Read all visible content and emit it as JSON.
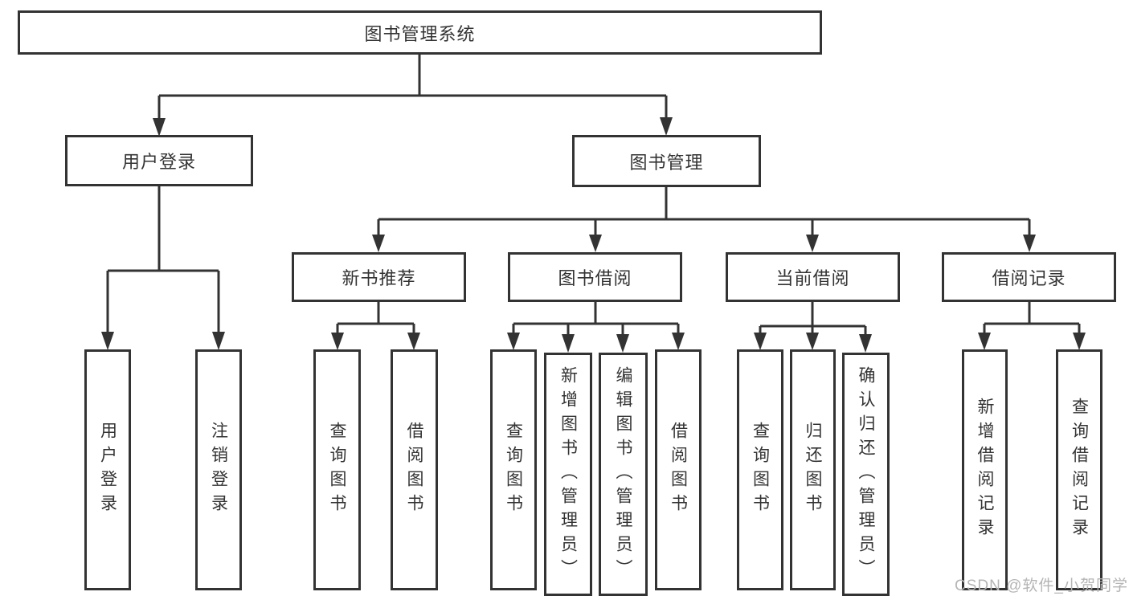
{
  "diagram": {
    "title": "图书管理系统",
    "tree": {
      "root_label": "图书管理系统",
      "branches": [
        {
          "label": "用户登录",
          "children": [
            "用户登录",
            "注销登录"
          ]
        },
        {
          "label": "图书管理",
          "groups": [
            {
              "label": "新书推荐",
              "children": [
                "查询图书",
                "借阅图书"
              ]
            },
            {
              "label": "图书借阅",
              "children": [
                "查询图书",
                "新增图书（管理员）",
                "编辑图书（管理员）",
                "借阅图书"
              ]
            },
            {
              "label": "当前借阅",
              "children": [
                "查询图书",
                "归还图书",
                "确认归还（管理员）"
              ]
            },
            {
              "label": "借阅记录",
              "children": [
                "新增借阅记录",
                "查询借阅记录"
              ]
            }
          ]
        }
      ]
    },
    "colors": {
      "line": "#333333",
      "text": "#333333",
      "background": "#ffffff",
      "watermark": "#b5b5b5"
    }
  },
  "watermark": "CSDN @软件_小贺同学"
}
